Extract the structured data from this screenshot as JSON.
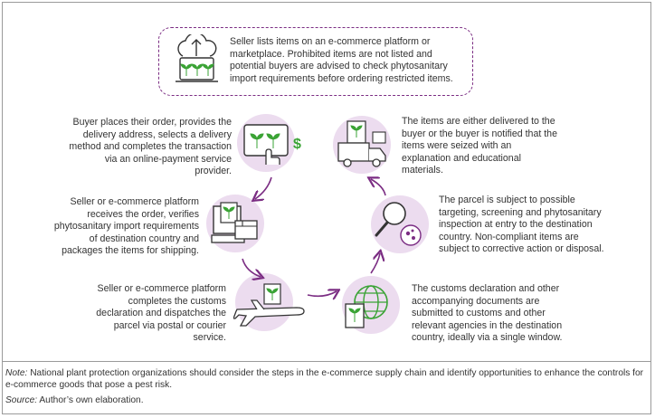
{
  "steps": {
    "list": "Seller lists items on an e-commerce platform or marketplace. Prohibited items are not listed and potential buyers are advised to check phytosanitary import requirements before ordering restricted items.",
    "order": "Buyer places their order, provides the delivery address, selects a delivery method and completes the transaction via an online-payment service provider.",
    "receive": "Seller or e-commerce platform receives the order, verifies phytosanitary import requirements of destination country and packages the items for shipping.",
    "dispatch": "Seller or e-commerce platform completes the customs declaration and dispatches the parcel via postal or courier service.",
    "customs": "The customs declaration and other accompanying documents are submitted to customs and other relevant agencies in the destination country, ideally via a single window.",
    "inspect": "The parcel is subject to possible targeting, screening and phytosanitary inspection at entry to the destination country. Non-compliant items are subject to corrective action or disposal.",
    "deliver": "The items are either delivered to the buyer or the buyer is notified that the items were seized with an explanation and educational materials."
  },
  "footer": {
    "note_label": "Note:",
    "note_text": " National plant protection organizations should consider the steps in the e-commerce supply chain and identify opportunities to enhance the controls for e-commerce goods that pose a pest risk.",
    "source_label": "Source:",
    "source_text": " Author’s own elaboration."
  },
  "colors": {
    "accent": "#7b2d83",
    "plant": "#3aa335",
    "circle": "#ecdcef",
    "ink": "#333333"
  },
  "icons": [
    "cloud-upload-laptop-icon",
    "tablet-purchase-icon",
    "computer-package-icon",
    "airplane-parcel-icon",
    "globe-document-icon",
    "magnifier-pest-icon",
    "delivery-truck-icon"
  ]
}
